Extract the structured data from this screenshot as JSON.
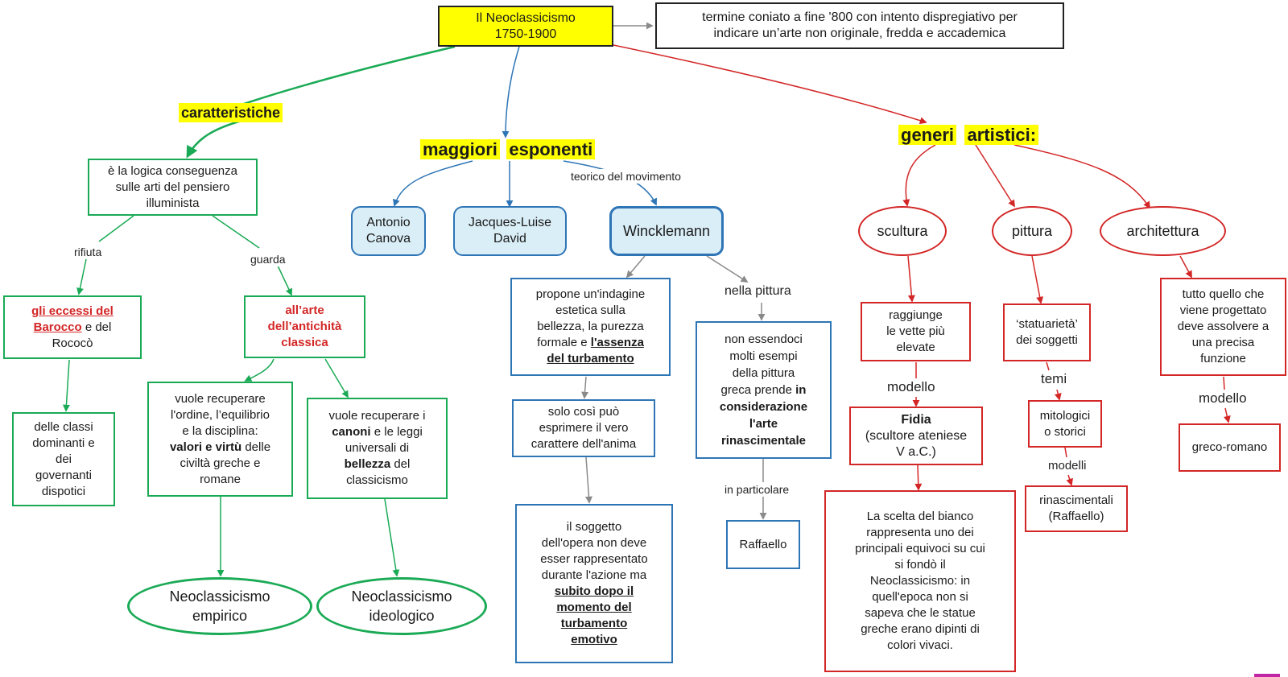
{
  "root": {
    "title": "Il Neoclassicismo",
    "dates": "1750-1900"
  },
  "note": {
    "line1": "termine coniato a fine '800 con intento dispregiativo per",
    "line2": "indicare un’arte non originale, fredda e accademica"
  },
  "headings": {
    "caratteristiche": "caratteristiche",
    "maggiori": "maggiori",
    "esponenti": "esponenti",
    "generi": "generi",
    "artistici": "artistici:"
  },
  "left": {
    "logica": [
      "è la logica conseguenza",
      "sulle arti del pensiero",
      "illuminista"
    ],
    "rifiuta": "rifiuta",
    "guarda": "guarda",
    "eccessi": {
      "l1": "gli eccessi del",
      "l2a": "Barocco",
      "l2b": " e del",
      "l3": "Rococò"
    },
    "antichita": [
      "all’arte",
      "dell’antichità",
      "classica"
    ],
    "classi": [
      "delle classi",
      "dominanti e",
      "dei",
      "governanti",
      "dispotici"
    ],
    "ordine": {
      "l1": "vuole recuperare",
      "l2": "l'ordine, l’equilibrio",
      "l3": "e la disciplina:",
      "l4b": "valori e virtù",
      "l4": " delle",
      "l5": "civiltà greche e",
      "l6": "romane"
    },
    "canoni": {
      "l1": "vuole recuperare i",
      "l2b": "canoni",
      "l2": " e le leggi",
      "l3": "universali di",
      "l4b": "bellezza",
      "l4": " del",
      "l5": "classicismo"
    },
    "empirico": [
      "Neoclassicismo",
      "empirico"
    ],
    "ideologico": [
      "Neoclassicismo",
      "ideologico"
    ]
  },
  "middle": {
    "teorico": "teorico del movimento",
    "canova": [
      "Antonio",
      "Canova"
    ],
    "david": [
      "Jacques-Luise",
      "David"
    ],
    "winck": "Wincklemann",
    "nella_pittura": "nella pittura",
    "propone": {
      "l1": "propone un'indagine",
      "l2": "estetica sulla",
      "l3": "bellezza, la purezza",
      "l4": "formale e ",
      "l4b": "l'assenza",
      "l5": "del turbamento"
    },
    "solo": [
      "solo così può",
      "esprimere il vero",
      "carattere dell'anima"
    ],
    "soggetto": {
      "l1": "il soggetto",
      "l2": "dell'opera non deve",
      "l3": "esser rappresentato",
      "l4": "durante l'azione ma",
      "b1": "subito dopo il",
      "b2": "momento del",
      "b3": "turbamento",
      "b4": "emotivo"
    },
    "non_essendoci": {
      "l1": "non essendoci",
      "l2": "molti esempi",
      "l3": "della pittura",
      "l4": "greca prende ",
      "l4b": "in",
      "b1": "considerazione",
      "b2": "l'arte",
      "b3": "rinascimentale"
    },
    "in_particolare": "in particolare",
    "raffaello": "Raffaello"
  },
  "right": {
    "scultura": "scultura",
    "pittura": "pittura",
    "architettura": "architettura",
    "vette": [
      "raggiunge",
      "le vette più",
      "elevate"
    ],
    "modello1": "modello",
    "fidia": {
      "b": "Fidia",
      "l2": "(scultore ateniese",
      "l3": "V a.C.)"
    },
    "bianco": [
      "La scelta del bianco",
      "rappresenta uno dei",
      "principali equivoci su cui",
      "si fondò il",
      "Neoclassicismo: in",
      "quell'epoca non si",
      "sapeva che le statue",
      "greche erano dipinti di",
      "colori vivaci."
    ],
    "statuarieta": [
      "‘statuarietà’",
      "dei soggetti"
    ],
    "temi": "temi",
    "mitologici": [
      "mitologici",
      "o storici"
    ],
    "modelli": "modelli",
    "rinascimentali": [
      "rinascimentali",
      "(Raffaello)"
    ],
    "progettato": [
      "tutto quello che",
      "viene progettato",
      "deve assolvere a",
      "una precisa",
      "funzione"
    ],
    "modello2": "modello",
    "greco": "greco-romano"
  },
  "colors": {
    "green": "#1aaa55",
    "blue": "#2e75b6",
    "red": "#d32626",
    "grey": "#8a8a8a",
    "highlight": "#ffff00",
    "pale_blue": "#daeef7"
  }
}
